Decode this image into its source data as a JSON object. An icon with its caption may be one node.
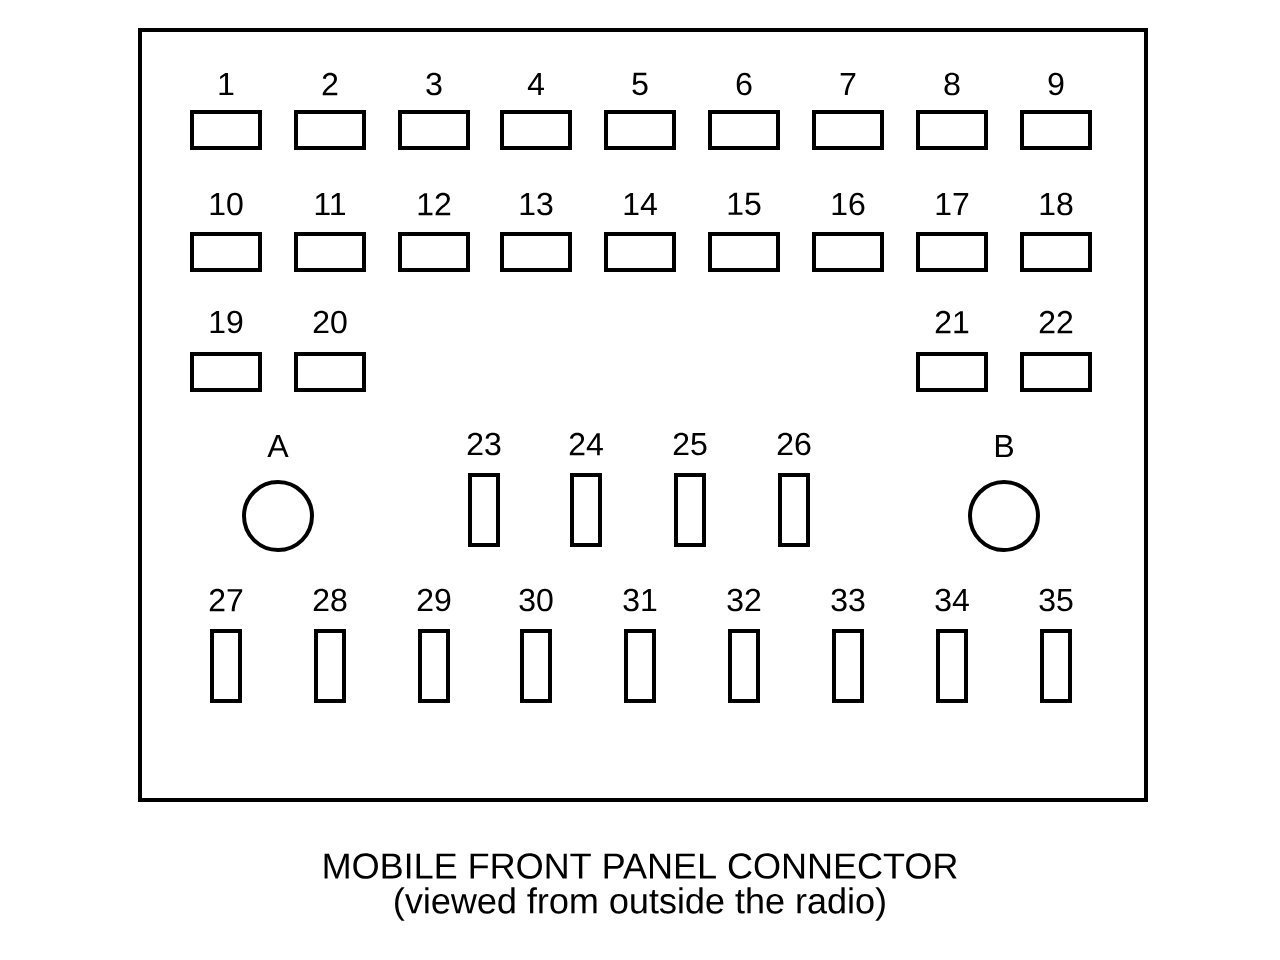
{
  "diagram": {
    "caption": "MOBILE FRONT PANEL CONNECTOR",
    "nodes": [
      {
        "text": [],
        "shape": "box"
      },
      {
        "text": [
          "1"
        ],
        "in": 0
      },
      {
        "text": [
          "2"
        ],
        "in": 0
      },
      {
        "text": [
          "3"
        ],
        "in": 0
      },
      {
        "text": [
          "4"
        ],
        "in": 0
      },
      {
        "text": [
          "5"
        ],
        "in": 0
      },
      {
        "text": [
          "6"
        ],
        "in": 0
      },
      {
        "text": [
          "7"
        ],
        "in": 0
      },
      {
        "text": [
          "8"
        ],
        "in": 0
      },
      {
        "text": [
          "9"
        ],
        "in": 0
      },
      {
        "text": [
          "10"
        ],
        "in": 0
      },
      {
        "text": [
          "11"
        ],
        "in": 0
      },
      {
        "text": [
          "12"
        ],
        "in": 0
      },
      {
        "text": [
          "13"
        ],
        "in": 0
      },
      {
        "text": [
          "14"
        ],
        "in": 0
      },
      {
        "text": [
          "15"
        ],
        "in": 0
      },
      {
        "text": [
          "16"
        ],
        "in": 0
      },
      {
        "text": [
          "17"
        ],
        "in": 0
      },
      {
        "text": [
          "18"
        ],
        "in": 0
      },
      {
        "text": [
          "19"
        ],
        "in": 0
      },
      {
        "text": [
          "20"
        ],
        "in": 0
      },
      {
        "text": [
          "21"
        ],
        "in": 0
      },
      {
        "text": [
          "22"
        ],
        "in": 0
      },
      {
        "text": [
          "A"
        ],
        "in": 0
      },
      {
        "text": [
          "23"
        ],
        "in": 0
      },
      {
        "text": [
          "24"
        ],
        "in": 0
      },
      {
        "text": [
          "25"
        ],
        "in": 0
      },
      {
        "text": [
          "26"
        ],
        "in": 0
      },
      {
        "text": [
          "B"
        ],
        "in": 0
      },
      {
        "text": [
          "27"
        ],
        "in": 0
      },
      {
        "text": [
          "28"
        ],
        "in": 0
      },
      {
        "text": [
          "29"
        ],
        "in": 0
      },
      {
        "text": [
          "30"
        ],
        "in": 0
      },
      {
        "text": [
          "31"
        ],
        "in": 0
      },
      {
        "text": [
          "32"
        ],
        "in": 0
      },
      {
        "text": [
          "33"
        ],
        "in": 0
      },
      {
        "text": [
          "34"
        ],
        "in": 0
      },
      {
        "text": [
          "35"
        ],
        "in": 0
      }
    ],
    "labels": [
      "(viewed from outside the radio)"
    ]
  }
}
